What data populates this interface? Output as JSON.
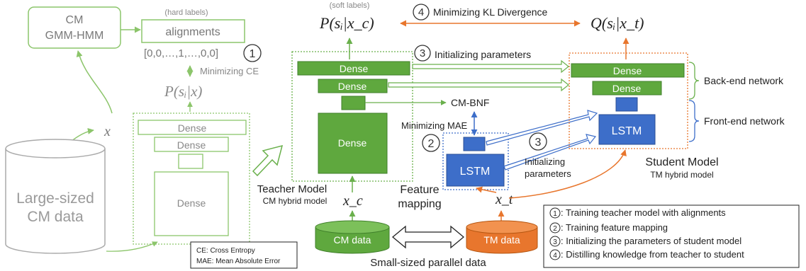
{
  "colors": {
    "green": "#6ab04c",
    "light_green": "#8cc56b",
    "dense_fill": "#5fa83e",
    "blue": "#3d6ec9",
    "orange": "#e8762d",
    "gray": "#9a9a9a",
    "white": "#ffffff"
  },
  "left": {
    "cm_box": [
      "CM",
      "GMM-HMM"
    ],
    "hard_labels": "(hard labels)",
    "alignments": "alignments",
    "label_seq": "[0,0,…,1,…,0,0]",
    "step1": "1",
    "min_ce": "Minimizing CE",
    "p_formula": "P(sᵢ|x)",
    "x": "x",
    "dense1": "Dense",
    "dense2": "Dense",
    "dense_big": "Dense",
    "large_data": [
      "Large-sized",
      "CM data"
    ]
  },
  "teacher": {
    "soft_labels": "(soft labels)",
    "p_formula": "P(sᵢ|x_c)",
    "dense1": "Dense",
    "dense2": "Dense",
    "dense_big": "Dense",
    "title": "Teacher Model",
    "subtitle": "CM hybrid model",
    "xc": "x_c",
    "cm_bnf": "CM-BNF"
  },
  "middle": {
    "step4": "4",
    "kl": "Minimizing KL Divergence",
    "step3": "3",
    "init_params": "Initializing parameters",
    "min_mae": "Minimizing MAE",
    "step2": "2",
    "lstm": "LSTM",
    "step3b": "3",
    "init_params_b": [
      "Initializing",
      "parameters"
    ],
    "feature_mapping": [
      "Feature",
      "mapping"
    ],
    "xt": "x_t"
  },
  "student": {
    "q_formula": "Q(sᵢ|x_t)",
    "dense1": "Dense",
    "dense2": "Dense",
    "lstm": "LSTM",
    "back_end": "Back-end network",
    "front_end": "Front-end network",
    "title": "Student Model",
    "subtitle": "TM hybrid model"
  },
  "bottom": {
    "cm_data": "CM data",
    "tm_data": "TM data",
    "parallel": "Small-sized parallel data",
    "abbr": [
      "CE: Cross Entropy",
      "MAE: Mean Absolute Error"
    ]
  },
  "legend": {
    "items": [
      {
        "num": "1",
        "text": ": Training teacher model with alignments"
      },
      {
        "num": "2",
        "text": ": Training feature mapping"
      },
      {
        "num": "3",
        "text": ": Initializing the parameters of student model"
      },
      {
        "num": "4",
        "text": ": Distilling knowledge from teacher to student"
      }
    ]
  }
}
